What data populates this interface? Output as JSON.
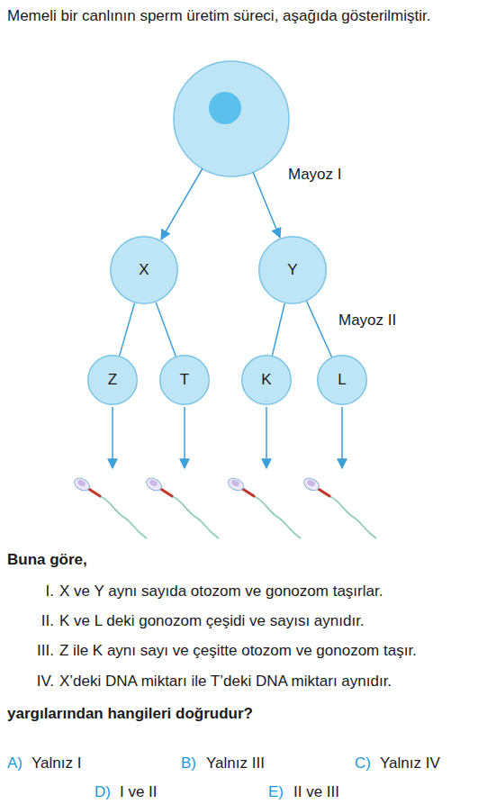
{
  "diagram": {
    "nodes": [
      {
        "text": [
          "X"
        ]
      },
      {
        "text": [
          "Y"
        ]
      },
      {
        "text": [
          "Z"
        ]
      },
      {
        "text": [
          "T"
        ]
      },
      {
        "text": [
          "K"
        ]
      },
      {
        "text": [
          "L"
        ]
      }
    ],
    "edges": [
      {
        "from": 0,
        "to": 2,
        "arrow": "none"
      },
      {
        "from": 0,
        "to": 3,
        "arrow": "none"
      },
      {
        "from": 1,
        "to": 4,
        "arrow": "none"
      },
      {
        "from": 1,
        "to": 5,
        "arrow": "none"
      }
    ],
    "labels": [
      "Memeli bir canlının sperm üretim süreci, aşağıda gösterilmiştir.",
      "Mayoz I",
      "Mayoz II",
      "Buna göre,",
      "I.",
      "X ve Y aynı sayıda otozom ve gonozom taşırlar.",
      "II.",
      "K ve L deki gonozom çeşidi ve sayısı aynıdır.",
      "III.",
      "Z ile K aynı sayı ve çeşitte otozom ve gonozom taşır.",
      "IV.",
      "X’deki DNA miktarı ile T’deki DNA miktarı aynıdır.",
      "yargılarından hangileri doğrudur?",
      "A)",
      "Yalnız I",
      "B)",
      "Yalnız III",
      "C)",
      "Yalnız IV",
      "D)",
      "I ve II",
      "E)",
      "II ve III"
    ]
  }
}
